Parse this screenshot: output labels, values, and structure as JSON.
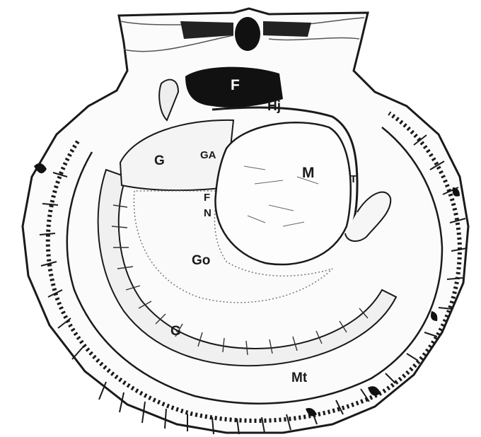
{
  "figure": {
    "labels": {
      "foot_top": "F",
      "hinge": "Hj",
      "gill_upper": "G",
      "gill_axis": "GA",
      "muscle": "M",
      "tentacle": "T",
      "foot_small": "F",
      "nerve": "N",
      "gonad": "Go",
      "gill_lower": "G",
      "mantle": "Mt"
    },
    "colors": {
      "ink": "#1a1a1a",
      "paper": "#ffffff",
      "shade": "#8a8a8a"
    }
  }
}
